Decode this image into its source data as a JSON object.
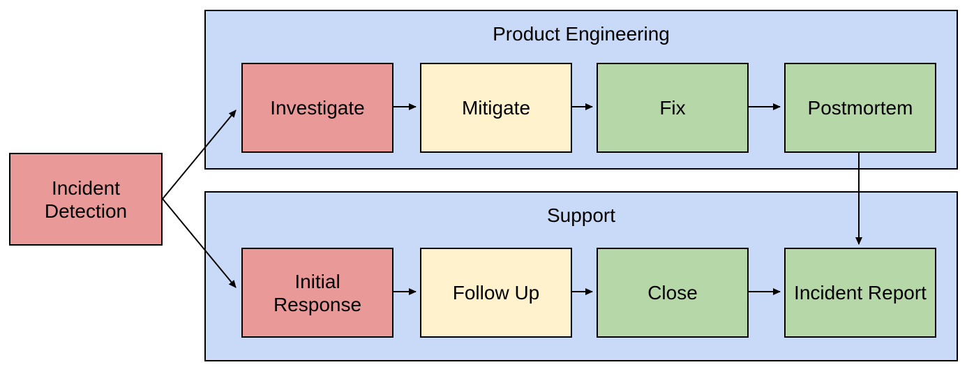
{
  "diagram": {
    "type": "flowchart",
    "palette": {
      "lane_fill": "#c9daf8",
      "red_fill": "#ea9999",
      "yellow_fill": "#fff2cc",
      "green_fill": "#b6d7a8",
      "border": "#000000",
      "text": "#000000",
      "background": "#ffffff"
    },
    "start_node": {
      "id": "incident-detection",
      "label": "Incident Detection",
      "color": "red"
    },
    "lanes": [
      {
        "id": "product-engineering",
        "title": "Product Engineering",
        "nodes": [
          {
            "id": "investigate",
            "label": "Investigate",
            "color": "red"
          },
          {
            "id": "mitigate",
            "label": "Mitigate",
            "color": "yellow"
          },
          {
            "id": "fix",
            "label": "Fix",
            "color": "green"
          },
          {
            "id": "postmortem",
            "label": "Postmortem",
            "color": "green"
          }
        ]
      },
      {
        "id": "support",
        "title": "Support",
        "nodes": [
          {
            "id": "initial-response",
            "label": "Initial Response",
            "color": "red"
          },
          {
            "id": "follow-up",
            "label": "Follow Up",
            "color": "yellow"
          },
          {
            "id": "close",
            "label": "Close",
            "color": "green"
          },
          {
            "id": "incident-report",
            "label": "Incident Report",
            "color": "green"
          }
        ]
      }
    ],
    "connections": [
      {
        "from": "incident-detection",
        "to": "investigate"
      },
      {
        "from": "incident-detection",
        "to": "initial-response"
      },
      {
        "from": "investigate",
        "to": "mitigate"
      },
      {
        "from": "mitigate",
        "to": "fix"
      },
      {
        "from": "fix",
        "to": "postmortem"
      },
      {
        "from": "postmortem",
        "to": "incident-report"
      },
      {
        "from": "initial-response",
        "to": "follow-up"
      },
      {
        "from": "follow-up",
        "to": "close"
      },
      {
        "from": "close",
        "to": "incident-report"
      }
    ]
  }
}
